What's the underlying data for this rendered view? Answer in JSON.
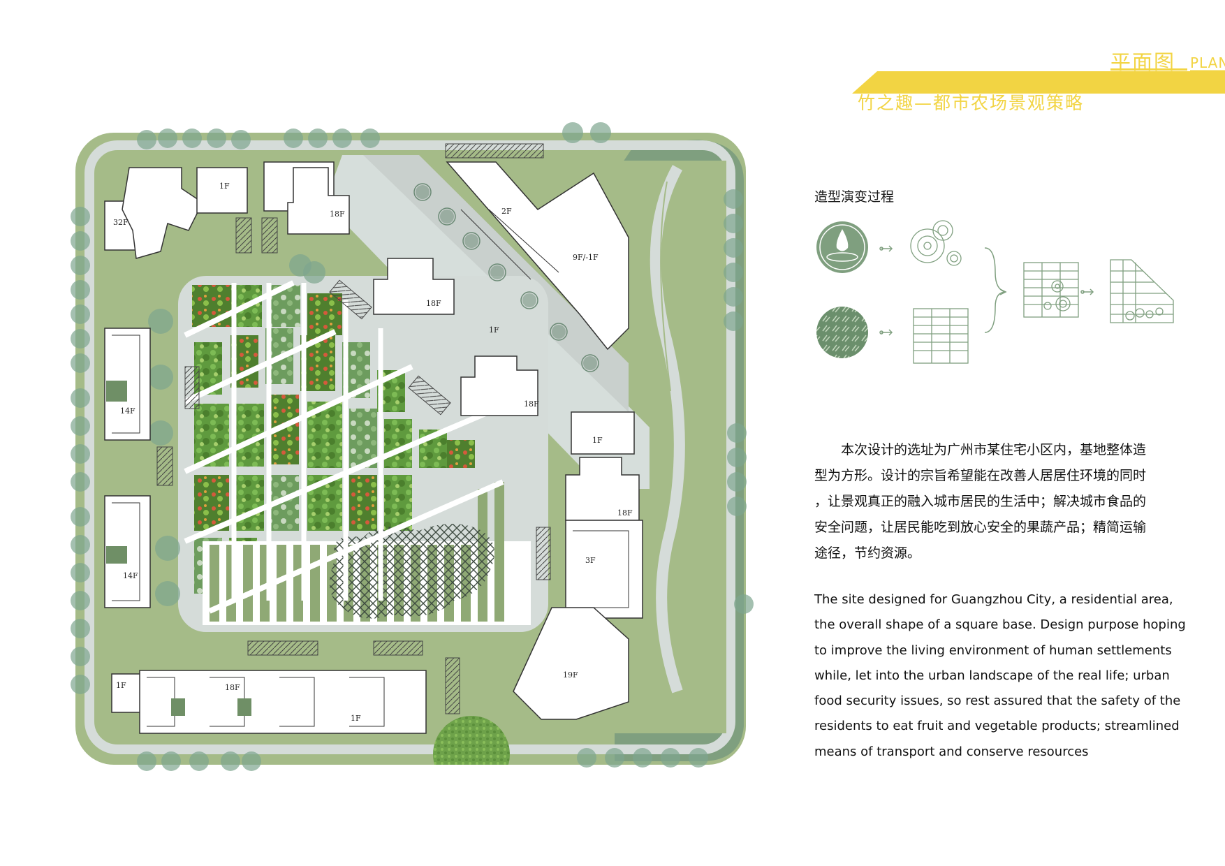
{
  "header": {
    "title": "平面图",
    "title_en": "PLAN",
    "subtitle": "竹之趣—都市农场景观策略"
  },
  "evolution": {
    "title": "造型演变过程"
  },
  "description_cn": [
    "　　本次设计的选址为广州市某住宅小区内，基地整体造",
    "型为方形。设计的宗旨希望能在改善人居居住环境的同时",
    "，让景观真正的融入城市居民的生活中；解决城市食品的",
    "安全问题，让居民能吃到放心安全的果蔬产品；精简运输",
    "途径，节约资源。"
  ],
  "description_en": [
    "The site designed for Guangzhou City, a residential area,",
    "the overall shape of a square base. Design purpose hoping",
    "to improve the living environment of human settlements",
    "while, let into the urban landscape of the real life; urban",
    "food security issues, so rest assured that the safety of the",
    "residents to eat fruit and vegetable products; streamlined",
    "means of transport and conserve resources"
  ],
  "plan": {
    "floor_labels": [
      "32F",
      "1F",
      "18F",
      "2F",
      "9F/-1F",
      "18F",
      "1F",
      "14F",
      "18F",
      "1F",
      "18F",
      "14F",
      "3F",
      "19F",
      "1F",
      "18F",
      "1F"
    ]
  },
  "colors": {
    "accent": "#f2d443",
    "lawn": "#a6bc88",
    "dark_green": "#7d9e7e",
    "path": "#d7dedc"
  }
}
